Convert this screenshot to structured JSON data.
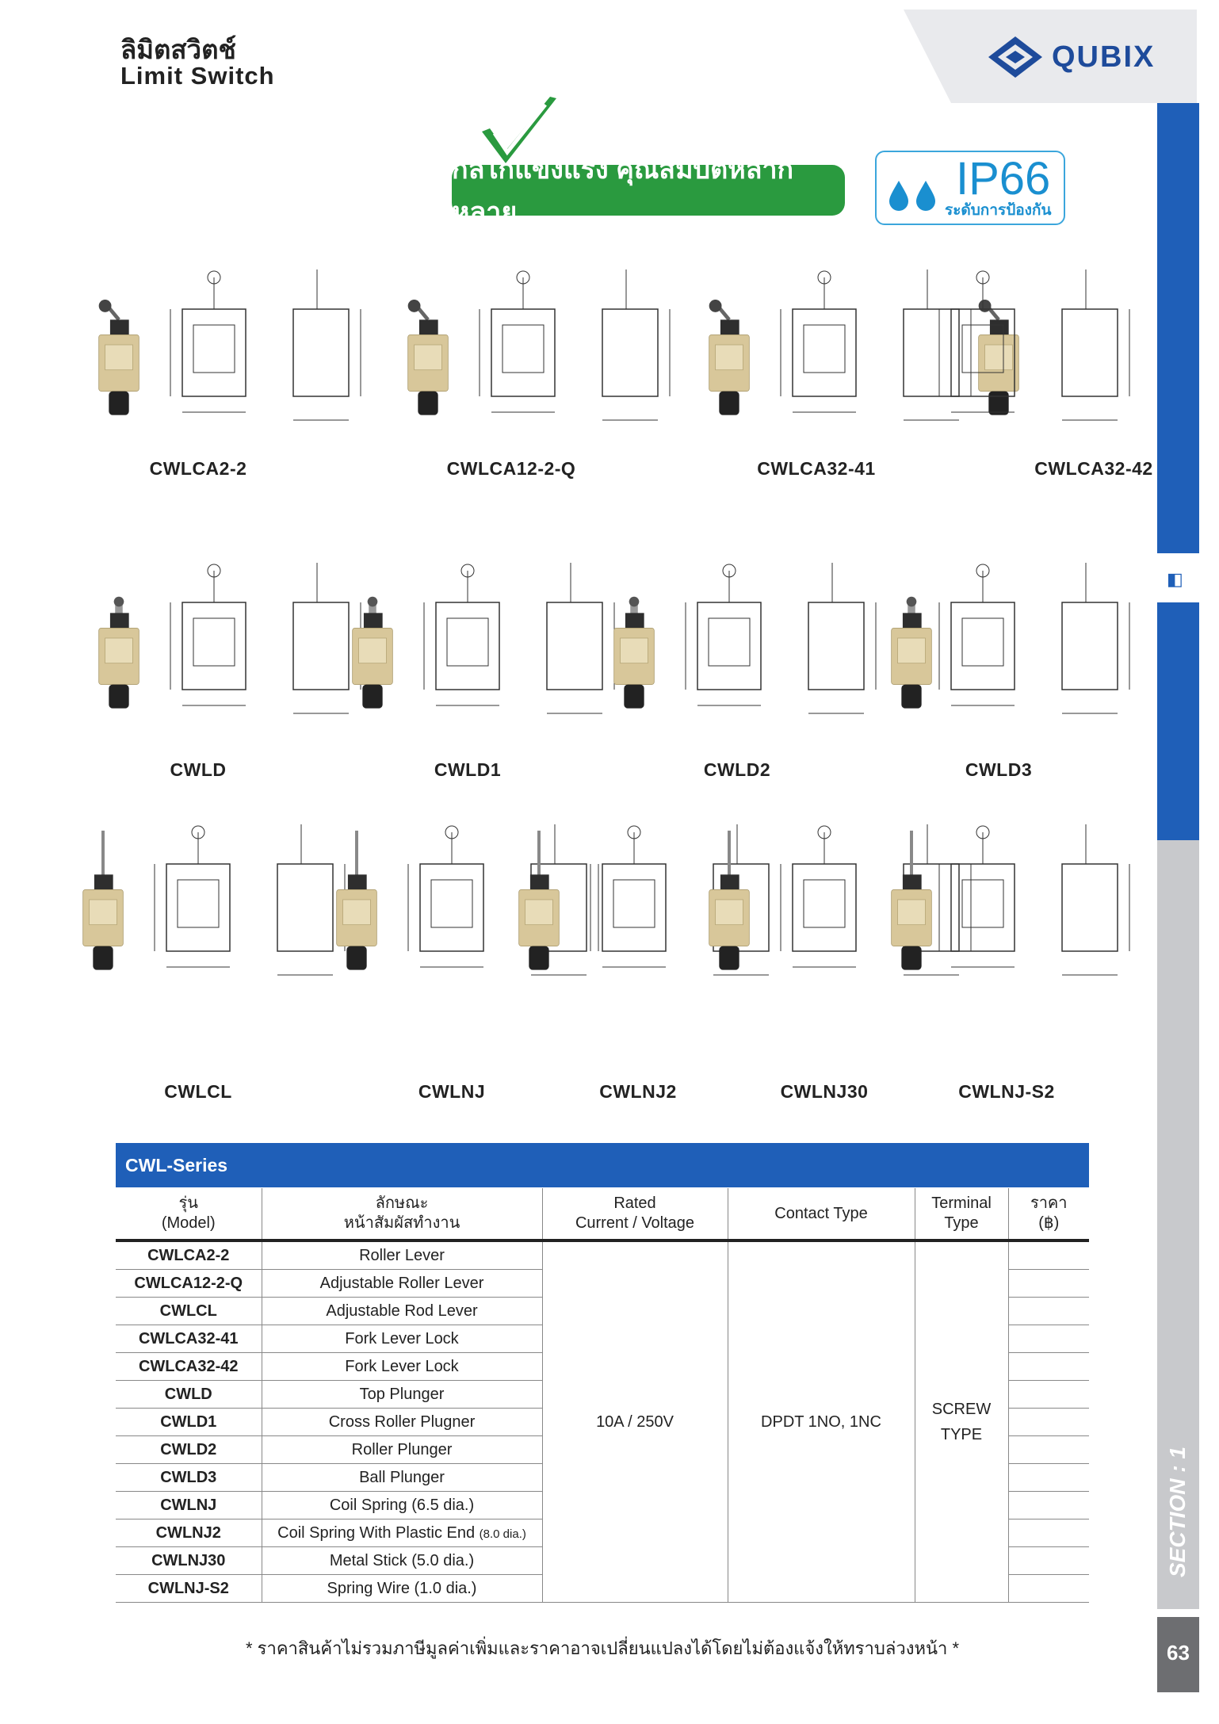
{
  "header": {
    "title_th": "ลิมิตสวิตช์",
    "title_en": "Limit Switch",
    "brand": "QUBIX"
  },
  "banner": {
    "text": "กลไกแข็งแรง คุณสมบัติหลากหลาย"
  },
  "ip_badge": {
    "rating": "IP66",
    "caption": "ระดับการป้องกัน"
  },
  "products": [
    {
      "model": "CWLCA2-2"
    },
    {
      "model": "CWLCA12-2-Q"
    },
    {
      "model": "CWLCA32-41"
    },
    {
      "model": "CWLCA32-42"
    },
    {
      "model": "CWLD"
    },
    {
      "model": "CWLD1"
    },
    {
      "model": "CWLD2"
    },
    {
      "model": "CWLD3"
    },
    {
      "model": "CWLCL"
    },
    {
      "model": "CWLNJ"
    },
    {
      "model": "CWLNJ2"
    },
    {
      "model": "CWLNJ30"
    },
    {
      "model": "CWLNJ-S2"
    }
  ],
  "table": {
    "series": "CWL-Series",
    "headers": {
      "model_th": "รุ่น",
      "model_en": "(Model)",
      "feature_th1": "ลักษณะ",
      "feature_th2": "หน้าสัมผัสทำงาน",
      "rated1": "Rated",
      "rated2": "Current / Voltage",
      "contact": "Contact Type",
      "terminal1": "Terminal",
      "terminal2": "Type",
      "price1": "ราคา",
      "price2": "(฿)"
    },
    "rows": [
      {
        "model": "CWLCA2-2",
        "feature": "Roller Lever"
      },
      {
        "model": "CWLCA12-2-Q",
        "feature": "Adjustable Roller Lever"
      },
      {
        "model": "CWLCL",
        "feature": "Adjustable Rod Lever"
      },
      {
        "model": "CWLCA32-41",
        "feature": "Fork Lever Lock"
      },
      {
        "model": "CWLCA32-42",
        "feature": "Fork Lever Lock"
      },
      {
        "model": "CWLD",
        "feature": "Top Plunger"
      },
      {
        "model": "CWLD1",
        "feature": "Cross Roller Plugner"
      },
      {
        "model": "CWLD2",
        "feature": "Roller Plunger"
      },
      {
        "model": "CWLD3",
        "feature": "Ball Plunger"
      },
      {
        "model": "CWLNJ",
        "feature": "Coil Spring (6.5 dia.)"
      },
      {
        "model": "CWLNJ2",
        "feature": "Coil Spring With Plastic End",
        "feature_note": "(8.0 dia.)"
      },
      {
        "model": "CWLNJ30",
        "feature": "Metal Stick (5.0 dia.)"
      },
      {
        "model": "CWLNJ-S2",
        "feature": "Spring Wire (1.0 dia.)"
      }
    ],
    "rated": "10A / 250V",
    "contact_type": "DPDT 1NO, 1NC",
    "terminal_line1": "SCREW",
    "terminal_line2": "TYPE"
  },
  "footnote": "* ราคาสินค้าไม่รวมภาษีมูลค่าเพิ่มและราคาอาจเปลี่ยนแปลงได้โดยไม่ต้องแจ้งให้ทราบล่วงหน้า *",
  "side": {
    "section": "SECTION : 1",
    "page": "63"
  },
  "colors": {
    "brand_blue": "#1f5fb8",
    "banner_green": "#2a9a3f",
    "ip_blue": "#1a8fd0",
    "switch_body": "#d8c79a"
  }
}
